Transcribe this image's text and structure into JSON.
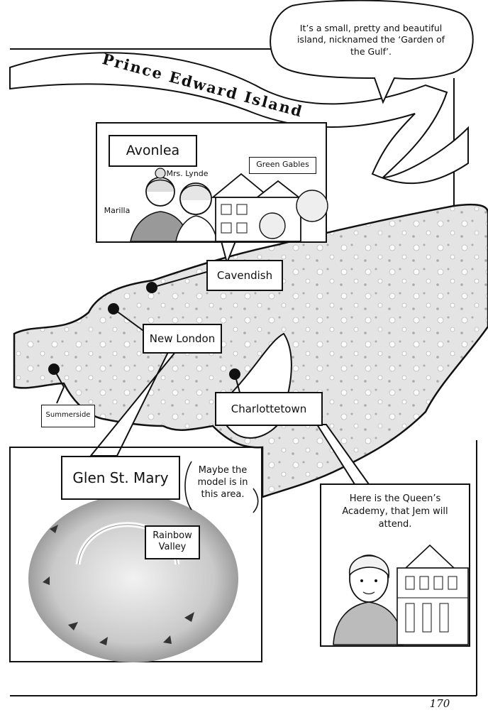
{
  "title": "Prince Edward Island",
  "speech_top": {
    "lines": [
      "It’s a small, pretty and beautiful",
      "island, nicknamed the ‘Garden of",
      "the Gulf’."
    ]
  },
  "avonlea_panel": {
    "title": "Avonlea",
    "green_gables": "Green Gables",
    "mrs_lynde": "Mrs. Lynde",
    "marilla": "Marilla"
  },
  "places": {
    "cavendish": "Cavendish",
    "new_london": "New London",
    "summerside": "Summerside",
    "charlottetown": "Charlottetown",
    "glen_st_mary": "Glen St. Mary",
    "rainbow_valley": "Rainbow Valley"
  },
  "glen_note": {
    "lines": [
      "Maybe the",
      "model is in",
      "this area."
    ]
  },
  "queens_note": {
    "lines": [
      "Here is the Queen’s",
      "Academy, that Jem will",
      "attend."
    ]
  },
  "page_number": "170",
  "colors": {
    "ink": "#111111",
    "paper": "#ffffff",
    "tone": "#cfcfcf",
    "tone_light": "#e6e6e6"
  }
}
